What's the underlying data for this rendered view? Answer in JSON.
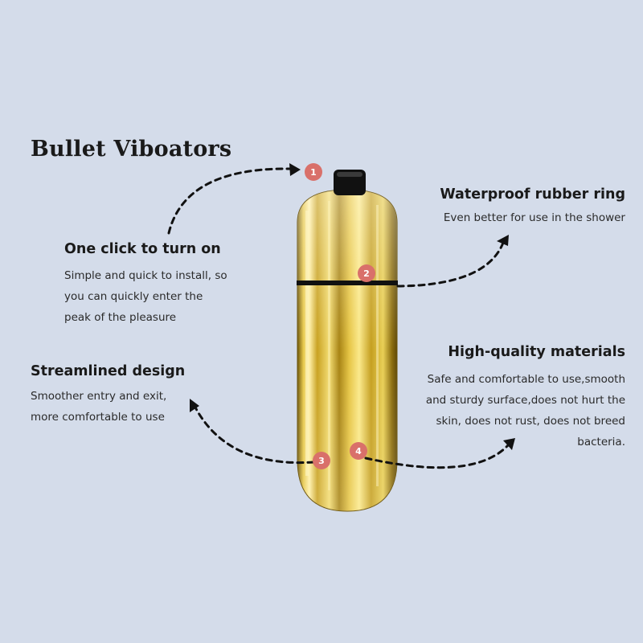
{
  "title": "Bullet Viboators",
  "colors": {
    "background": "#d4dcea",
    "badge": "#d9706a",
    "gold": "#d4b020",
    "ring": "#111111"
  },
  "features": [
    {
      "number": "1",
      "heading": "One click to turn on",
      "lines": [
        "Simple and quick to install, so",
        "you can quickly enter the",
        "peak of the pleasure"
      ]
    },
    {
      "number": "2",
      "heading": "Waterproof rubber ring",
      "lines": [
        "Even better for use in the shower"
      ]
    },
    {
      "number": "3",
      "heading": "Streamlined design",
      "lines": [
        "Smoother entry and exit,",
        "more comfortable to use"
      ]
    },
    {
      "number": "4",
      "heading": "High-quality materials",
      "lines": [
        "Safe and comfortable to use,smooth",
        "and sturdy surface,does not hurt the",
        "skin, does not rust, does not breed",
        "bacteria."
      ]
    }
  ]
}
